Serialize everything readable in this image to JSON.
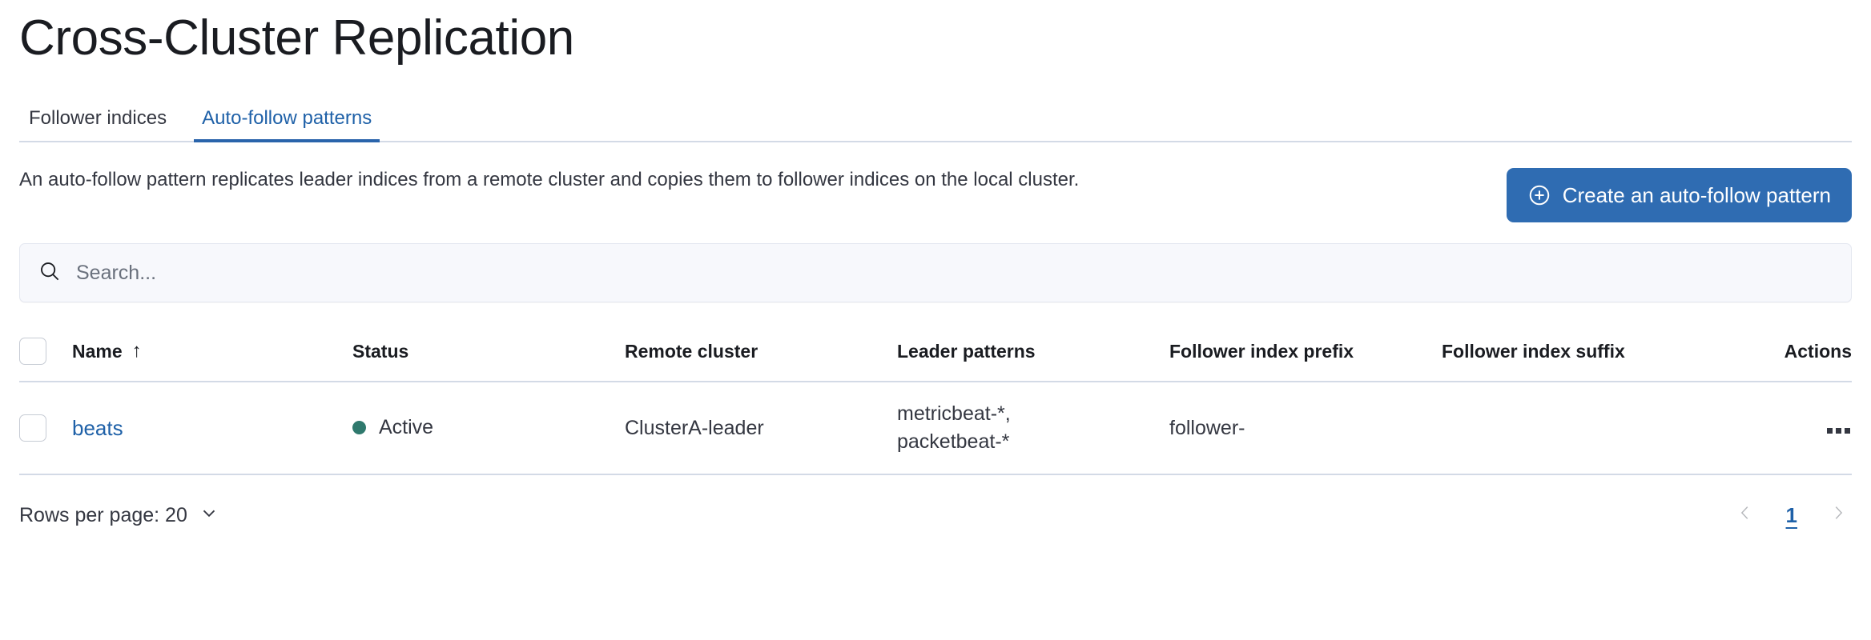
{
  "page": {
    "title": "Cross-Cluster Replication"
  },
  "tabs": [
    {
      "label": "Follower indices",
      "active": false
    },
    {
      "label": "Auto-follow patterns",
      "active": true
    }
  ],
  "description": {
    "text": "An auto-follow pattern replicates leader indices from a remote cluster and copies them to follower indices on the local cluster."
  },
  "actions": {
    "create_button_label": "Create an auto-follow pattern",
    "create_button_icon": "plus-in-circle-icon"
  },
  "search": {
    "placeholder": "Search...",
    "value": "",
    "icon": "search-icon"
  },
  "table": {
    "columns": [
      {
        "key": "select",
        "label": ""
      },
      {
        "key": "name",
        "label": "Name",
        "sort": "ascending",
        "sort_glyph": "↑"
      },
      {
        "key": "status",
        "label": "Status"
      },
      {
        "key": "remote_cluster",
        "label": "Remote cluster"
      },
      {
        "key": "leader_patterns",
        "label": "Leader patterns"
      },
      {
        "key": "follower_index_prefix",
        "label": "Follower index prefix"
      },
      {
        "key": "follower_index_suffix",
        "label": "Follower index suffix"
      },
      {
        "key": "actions",
        "label": "Actions"
      }
    ],
    "rows": [
      {
        "name": "beats",
        "status": "Active",
        "status_color": "#2f796d",
        "remote_cluster": "ClusterA-leader",
        "leader_patterns": "metricbeat-*,\npacketbeat-*",
        "leader_patterns_line1": "metricbeat-*,",
        "leader_patterns_line2": "packetbeat-*",
        "follower_index_prefix": "follower-",
        "follower_index_suffix": "",
        "actions_icon": "ellipsis-horizontal-icon"
      }
    ]
  },
  "footer": {
    "rows_per_page_label": "Rows per page: 20",
    "rows_per_page_value": "20",
    "chevron_icon": "chevron-down-icon",
    "pagination": {
      "prev_icon": "chevron-left-icon",
      "next_icon": "chevron-right-icon",
      "pages": [
        "1"
      ],
      "current_page": "1"
    }
  },
  "colors": {
    "accent_blue": "#2f6cb2",
    "link_blue": "#1f61a8",
    "status_green": "#2f796d",
    "border": "#d3dae6",
    "text": "#343741"
  }
}
